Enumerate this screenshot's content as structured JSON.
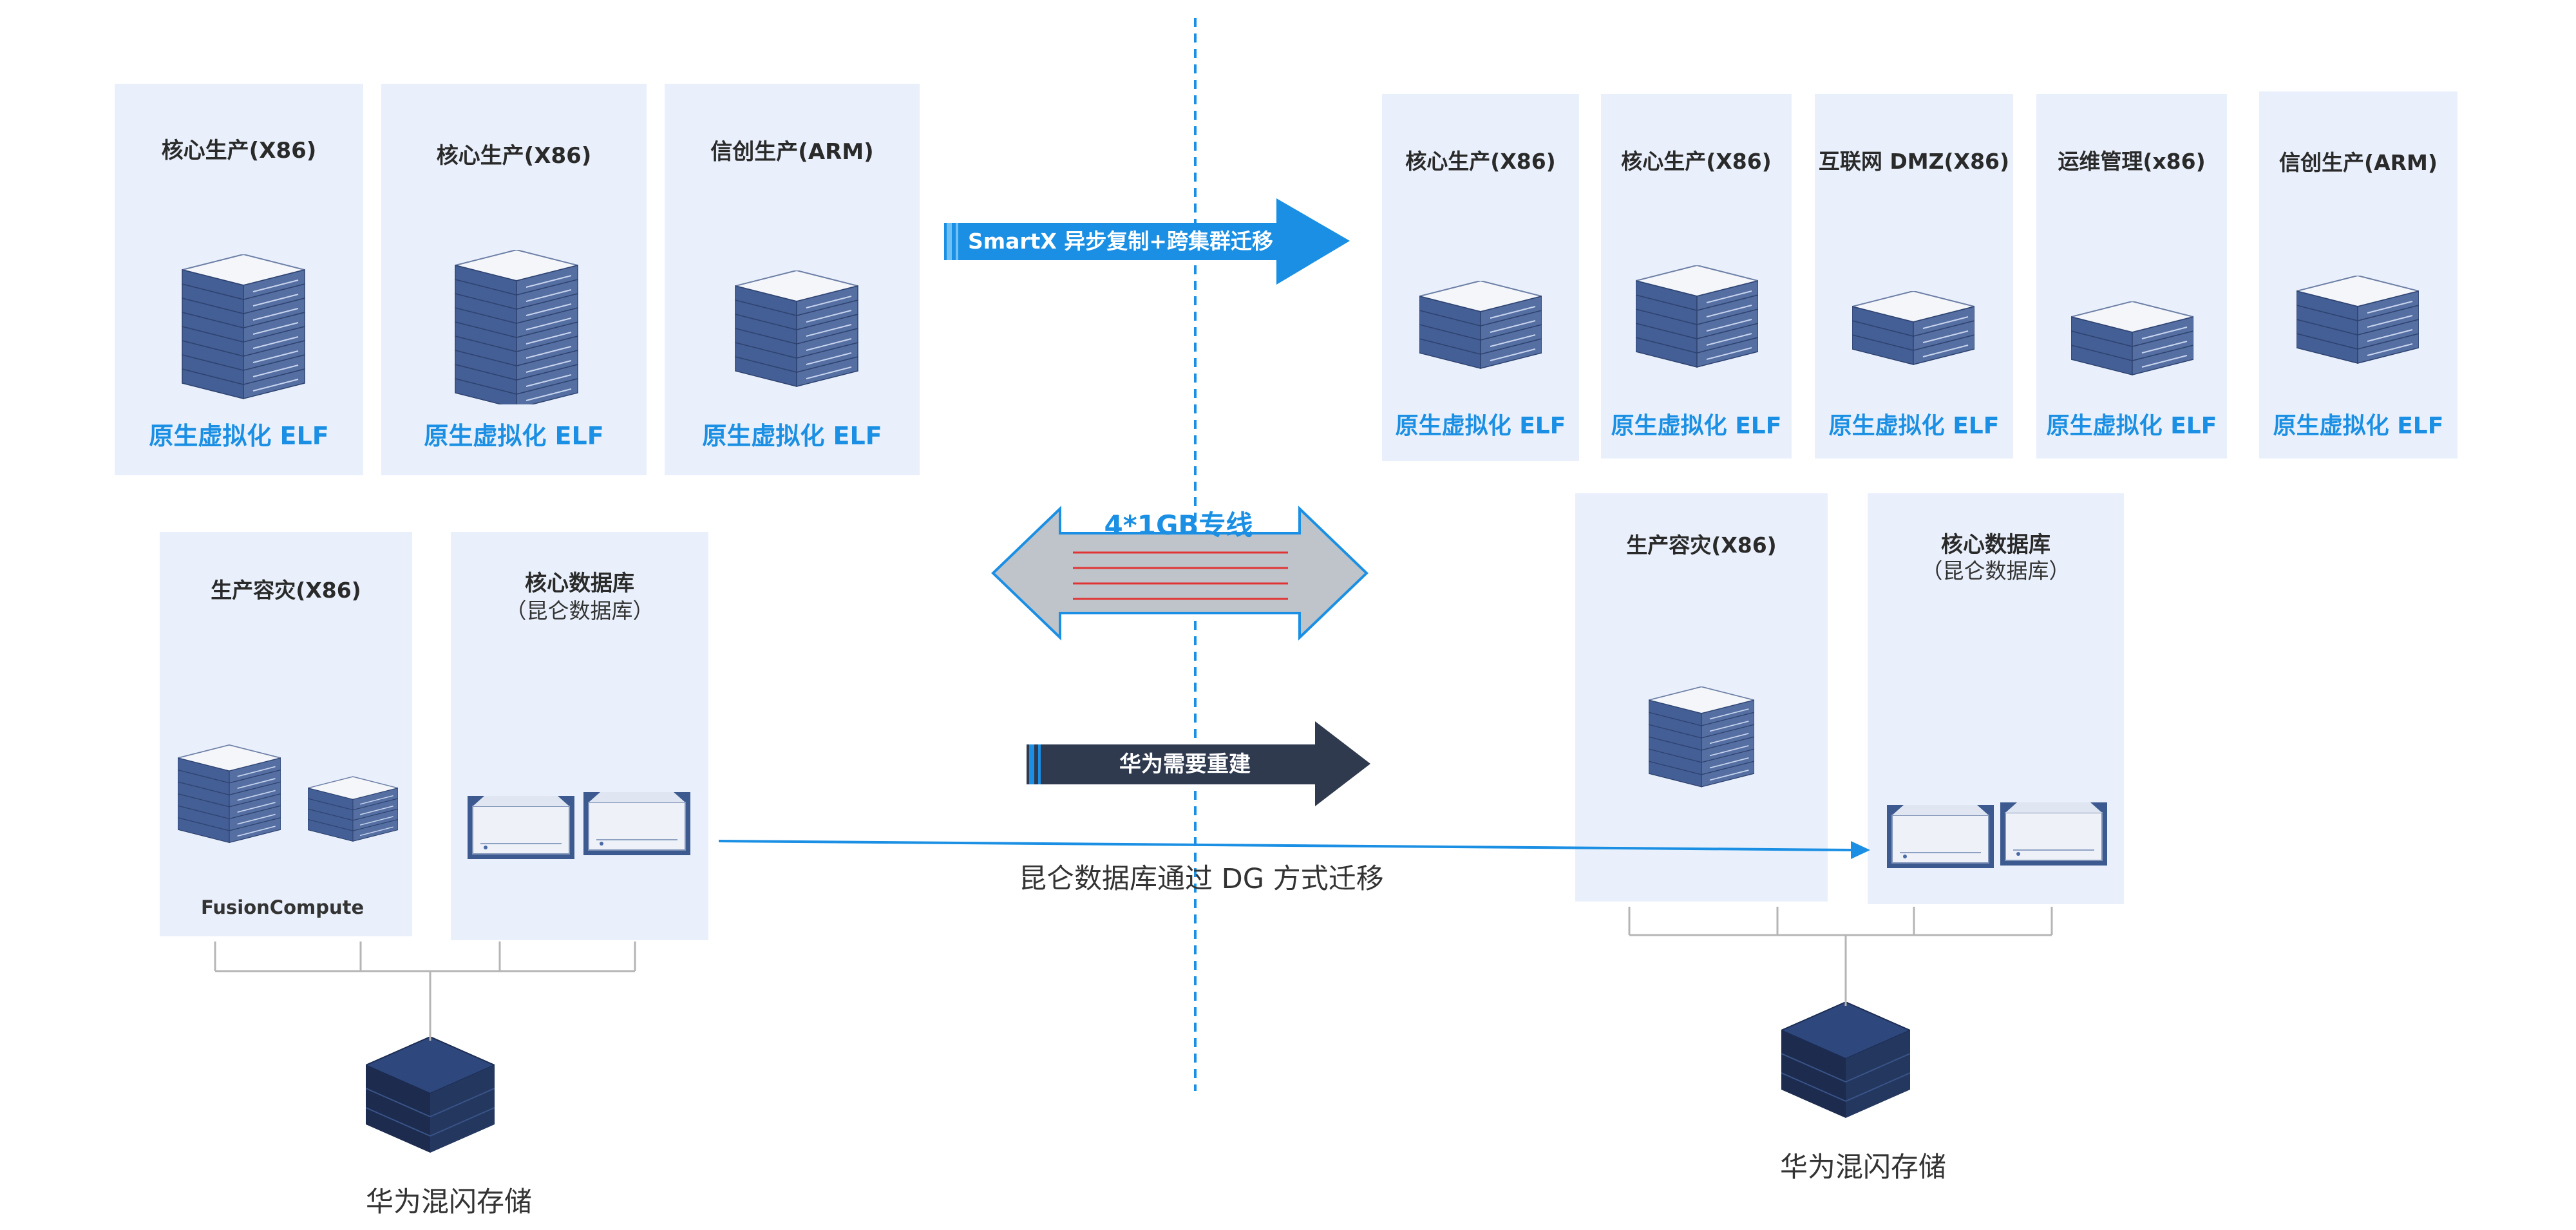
{
  "left": {
    "panels": [
      {
        "title": "核心生产(X86)",
        "footer": "原生虚拟化 ELF"
      },
      {
        "title": "核心生产(X86)",
        "footer": "原生虚拟化 ELF"
      },
      {
        "title": "信创生产(ARM)",
        "footer": "原生虚拟化 ELF"
      }
    ],
    "dr": {
      "title": "生产容灾(X86)",
      "footer": "FusionCompute"
    },
    "db": {
      "title": "核心数据库",
      "subtitle": "（昆仑数据库）"
    },
    "storage_label": "华为混闪存储"
  },
  "right": {
    "panels": [
      {
        "title": "核心生产(X86)",
        "footer": "原生虚拟化 ELF"
      },
      {
        "title": "核心生产(X86)",
        "footer": "原生虚拟化 ELF"
      },
      {
        "title": "互联网 DMZ(X86)",
        "footer": "原生虚拟化 ELF"
      },
      {
        "title": "运维管理(x86)",
        "footer": "原生虚拟化 ELF"
      },
      {
        "title": "信创生产(ARM)",
        "footer": "原生虚拟化 ELF"
      }
    ],
    "dr": {
      "title": "生产容灾(X86)"
    },
    "db": {
      "title": "核心数据库",
      "subtitle": "（昆仑数据库）"
    },
    "storage_label": "华为混闪存储"
  },
  "arrows": {
    "smartx": "SmartX 异步复制+跨集群迁移",
    "link": "4*1GB专线",
    "huawei": "华为需要重建",
    "db_migration": "昆仑数据库通过 DG 方式迁移"
  },
  "colors": {
    "panel_bg": "#e9f0fb",
    "accent_blue": "#1a8fe3",
    "dark_navy": "#2f3a4f",
    "server_blue": "#3f5c93",
    "storage_navy": "#2b3f6b",
    "link_red": "#e03434"
  }
}
